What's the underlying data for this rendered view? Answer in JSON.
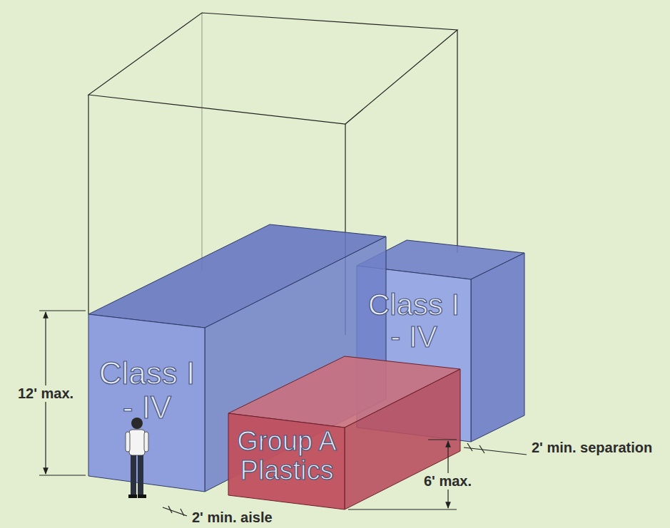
{
  "diagram": {
    "nodes": [
      {
        "text": [
          "Class I - IV"
        ]
      },
      {
        "text": [
          "Class I - IV"
        ]
      },
      {
        "text": [
          "Group A Plastics"
        ]
      }
    ],
    "labels": [
      "12' max.",
      "6' max.",
      "2' min. separation",
      "2' min. aisle"
    ]
  }
}
